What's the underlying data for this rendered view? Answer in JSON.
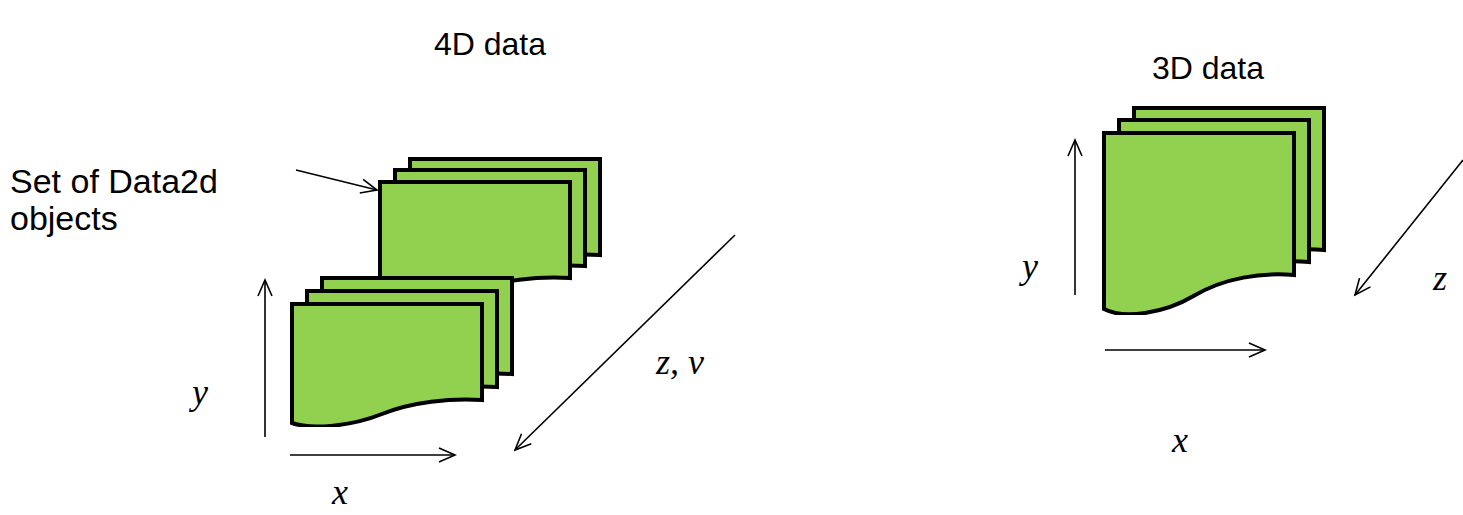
{
  "diagram": {
    "labels": [
      "4D data",
      "3D data",
      "Set of Data2d objects",
      "y",
      "z, v",
      "x",
      "y",
      "z",
      "x"
    ]
  }
}
